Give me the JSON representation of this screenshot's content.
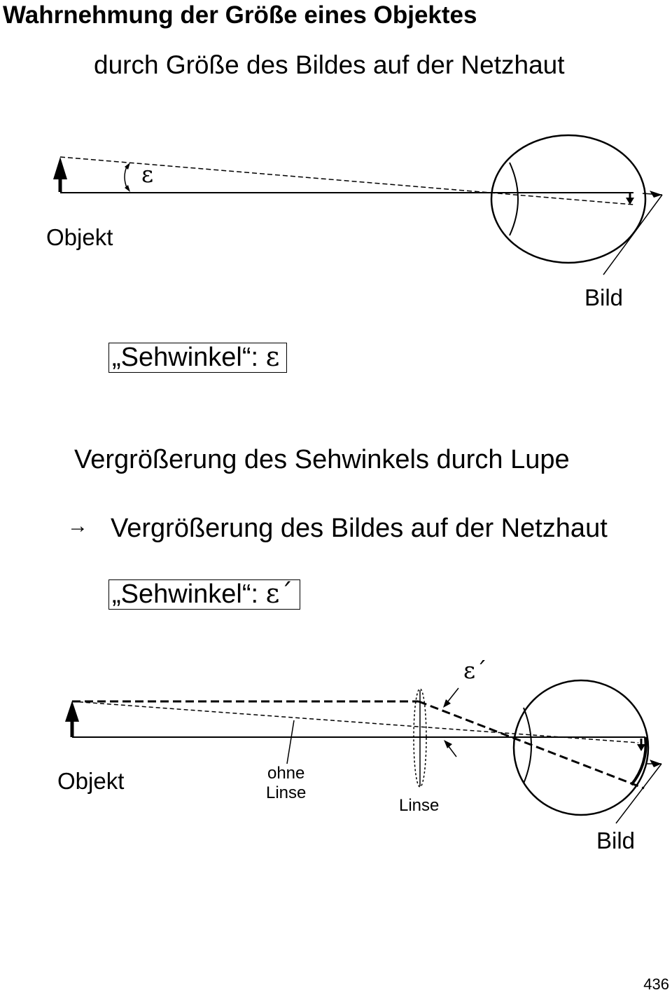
{
  "heading": {
    "title": "Wahrnehmung der Größe eines Objektes",
    "subtitle": "durch Größe des Bildes auf der Netzhaut"
  },
  "diagram1": {
    "angle_symbol": "ε",
    "object_label": "Objekt",
    "image_label": "Bild"
  },
  "box1": {
    "text": "„Sehwinkel“: ",
    "symbol": "ε"
  },
  "section2": {
    "heading": "Vergrößerung des Sehwinkels durch Lupe",
    "arrow": "→",
    "subheading": "Vergrößerung des Bildes auf der Netzhaut"
  },
  "box2": {
    "text": "„Sehwinkel“: ",
    "symbol": "ε´"
  },
  "diagram2": {
    "angle_symbol": "ε´",
    "object_label": "Objekt",
    "without_lens_label": "ohne\nLinse",
    "lens_label": "Linse",
    "image_label": "Bild"
  },
  "page_number": "436"
}
